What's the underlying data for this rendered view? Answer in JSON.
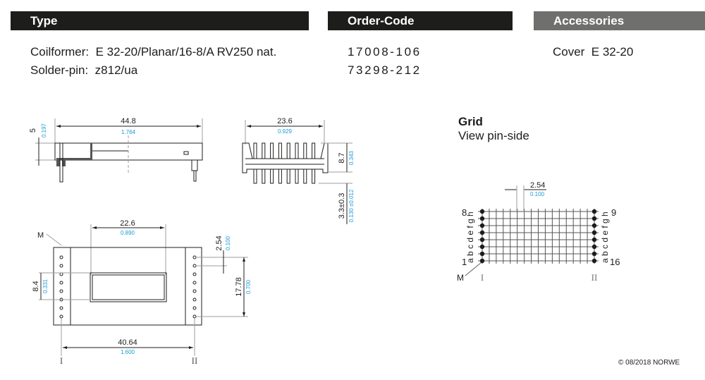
{
  "headers": {
    "type": "Type",
    "order_code": "Order-Code",
    "accessories": "Accessories"
  },
  "items": [
    {
      "label": "Coilformer:",
      "value": "E 32-20/Planar/16-8/A RV250 nat.",
      "order_code": "17008-106"
    },
    {
      "label": "Solder-pin:",
      "value": "z812/ua",
      "order_code": "73298-212"
    }
  ],
  "accessories": [
    "Cover  E 32-20"
  ],
  "colors": {
    "header_dark": "#1d1d1b",
    "header_grey": "#6f6f6e",
    "inch_dimension": "#1a9ad6"
  },
  "dimensions": {
    "side_view": {
      "length_mm": "44.8",
      "length_in": "1.764",
      "height_mm": "5",
      "height_in": "0.197"
    },
    "front_view": {
      "width_mm": "23.6",
      "width_in": "0.929",
      "height_mm": "8.7",
      "height_in": "0.343",
      "pin_length_mm": "3.3±0.3",
      "pin_length_in": "0.130 ±0.012"
    },
    "top_view": {
      "window_width_mm": "22.6",
      "window_width_in": "0.890",
      "window_height_mm": "8.4",
      "window_height_in": "0.331",
      "pitch_mm": "2.54",
      "pitch_in": "0.100",
      "row_span_mm": "17.78",
      "row_span_in": "0.700",
      "row_distance_mm": "40.64",
      "row_distance_in": "1.600",
      "marker": "M",
      "row_left": "I",
      "row_right": "II"
    }
  },
  "grid": {
    "title": "Grid",
    "subtitle": "View pin-side",
    "pitch_mm": "2.54",
    "pitch_in": "0.100",
    "pin_top_left": "8",
    "pin_bottom_left": "1",
    "pin_top_right": "9",
    "pin_bottom_right": "16",
    "letters": "a b c d e f g h",
    "marker": "M",
    "row_left": "I",
    "row_right": "II"
  },
  "footer": {
    "copyright": "© 08/2018 NORWE"
  }
}
